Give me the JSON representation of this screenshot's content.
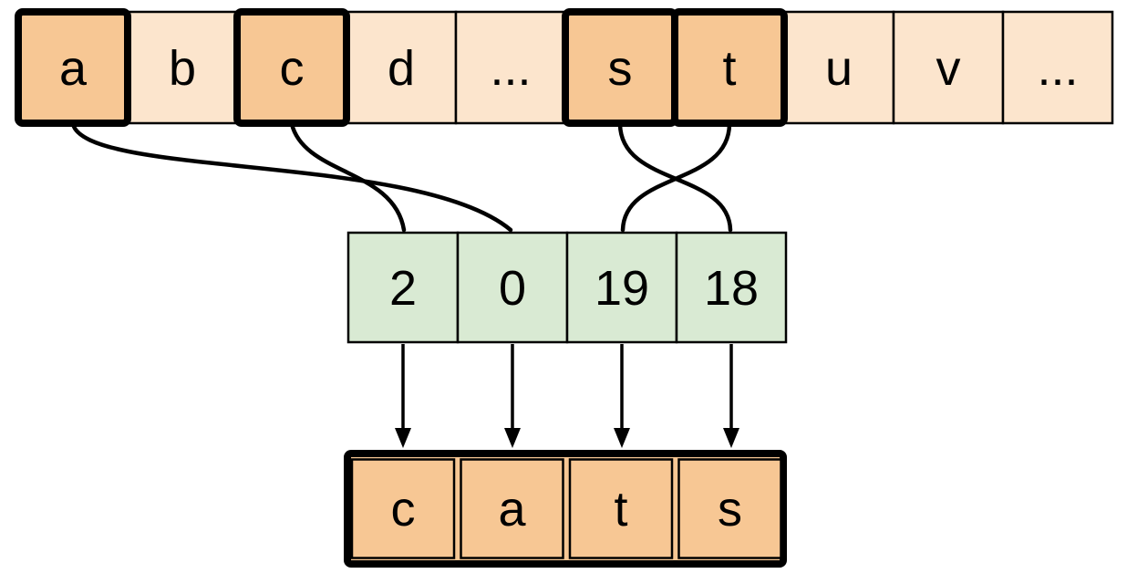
{
  "colors": {
    "background": "#ffffff",
    "cell_light": "#fce5cd",
    "cell_highlight": "#f7c794",
    "index_fill": "#d9ead3",
    "line": "#000000"
  },
  "alphabet_row": {
    "cells": [
      {
        "label": "a",
        "highlighted": true
      },
      {
        "label": "b",
        "highlighted": false
      },
      {
        "label": "c",
        "highlighted": true
      },
      {
        "label": "d",
        "highlighted": false
      },
      {
        "label": "...",
        "highlighted": false
      },
      {
        "label": "s",
        "highlighted": true
      },
      {
        "label": "t",
        "highlighted": true
      },
      {
        "label": "u",
        "highlighted": false
      },
      {
        "label": "v",
        "highlighted": false
      },
      {
        "label": "...",
        "highlighted": false
      }
    ]
  },
  "index_row": {
    "values": [
      "2",
      "0",
      "19",
      "18"
    ]
  },
  "output_row": {
    "letters": [
      "c",
      "a",
      "t",
      "s"
    ]
  },
  "mappings": [
    {
      "from_cell": "c",
      "to_value": "2"
    },
    {
      "from_cell": "a",
      "to_value": "0"
    },
    {
      "from_cell": "t",
      "to_value": "19"
    },
    {
      "from_cell": "s",
      "to_value": "18"
    }
  ]
}
